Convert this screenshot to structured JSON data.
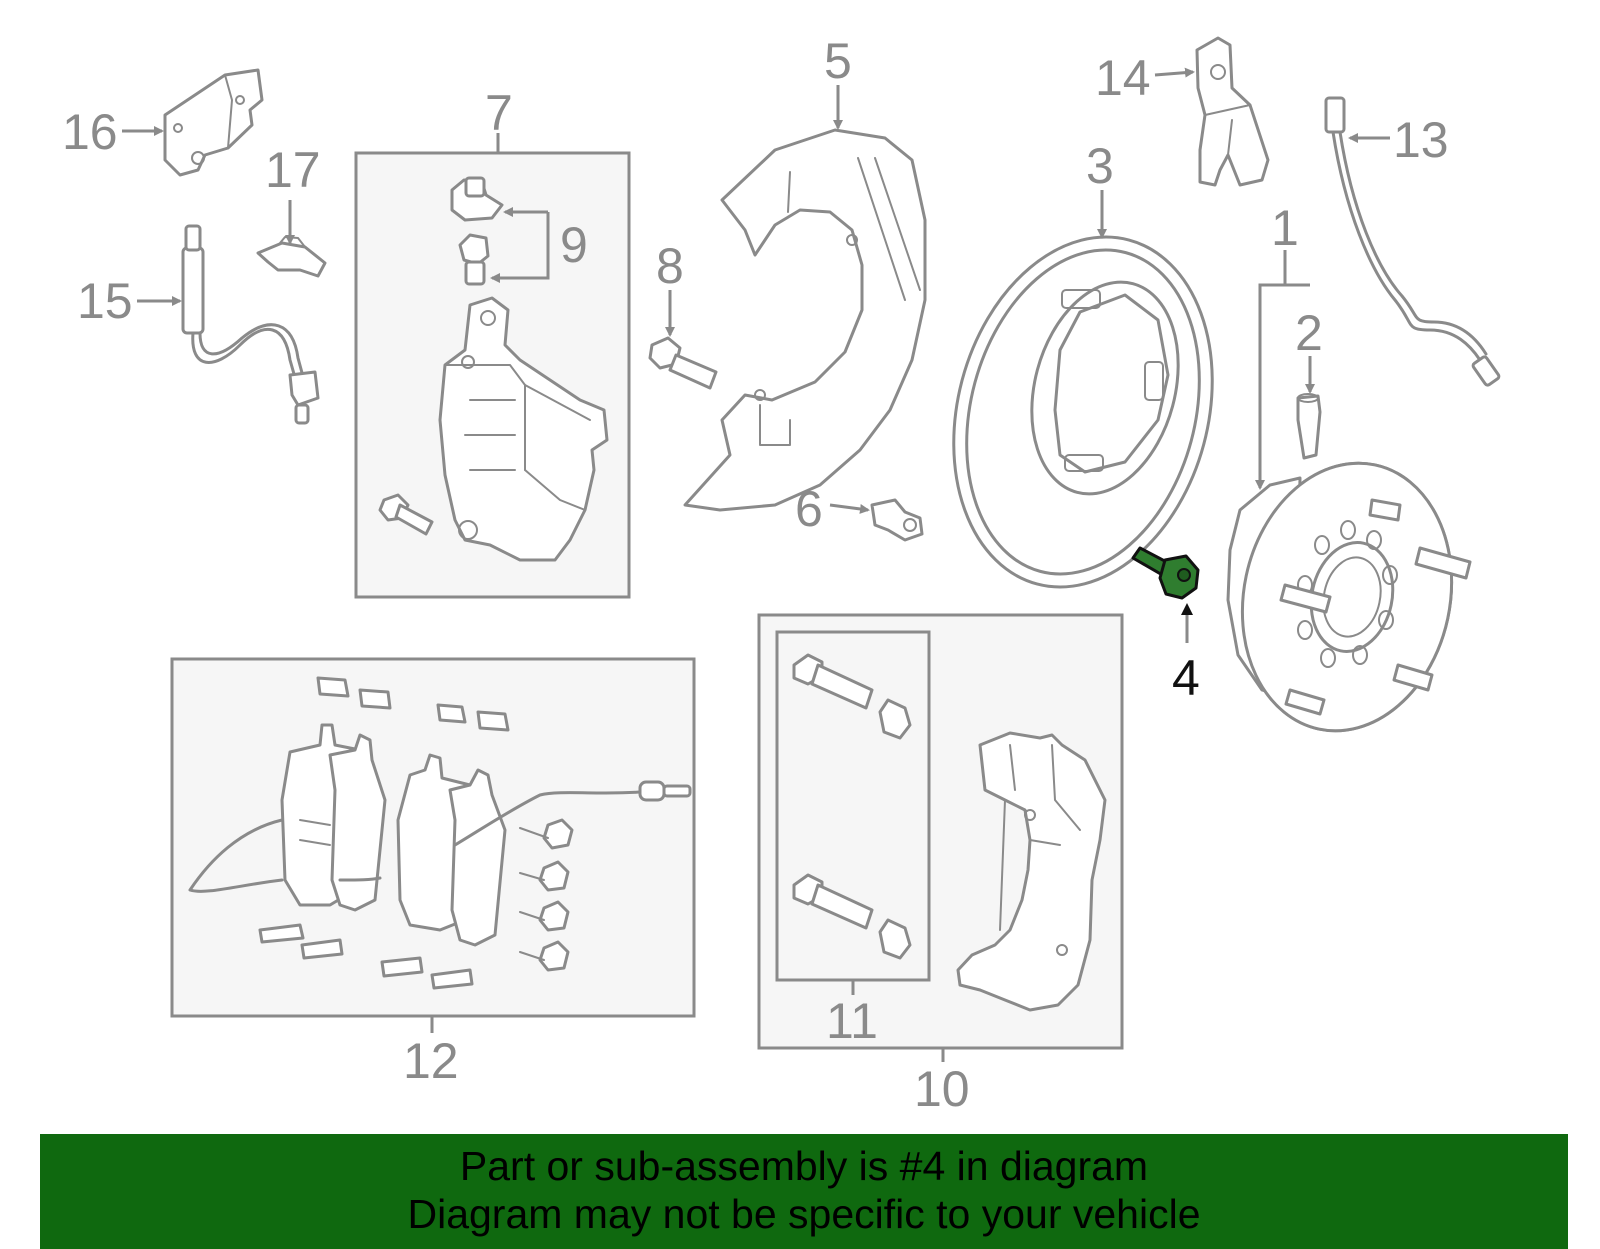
{
  "labels": {
    "l1": "1",
    "l2": "2",
    "l3": "3",
    "l4": "4",
    "l5": "5",
    "l6": "6",
    "l7": "7",
    "l8": "8",
    "l9": "9",
    "l10": "10",
    "l11": "11",
    "l12": "12",
    "l13": "13",
    "l14": "14",
    "l15": "15",
    "l16": "16",
    "l17": "17"
  },
  "highlight": {
    "part_number": "4",
    "color": "#2f7d2f"
  },
  "banner": {
    "line1": "Part or sub-assembly is #4 in diagram",
    "line2": "Diagram may not be specific to your vehicle",
    "background": "#0f690f"
  }
}
